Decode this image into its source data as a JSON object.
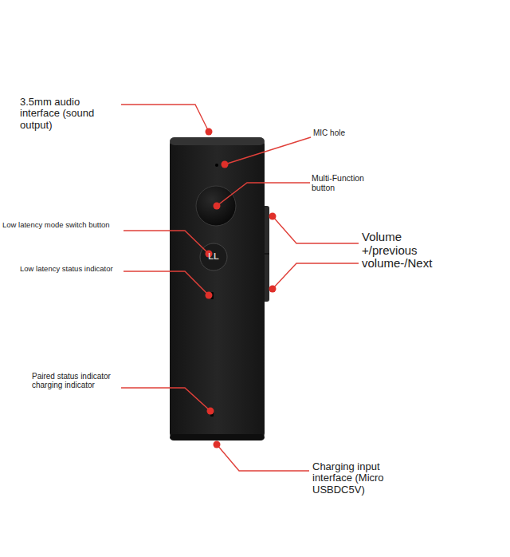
{
  "diagram": {
    "labels": [
      "3.5mm audio interface (sound output)",
      "MIC hole",
      "Multi-Function button",
      "Low latency mode switch button",
      "LL",
      "Low latency status indicator",
      "Volume +/previous volume-/Next",
      "Paired status indicator charging indicator",
      "Charging input interface (Micro USBDC5V)"
    ]
  }
}
